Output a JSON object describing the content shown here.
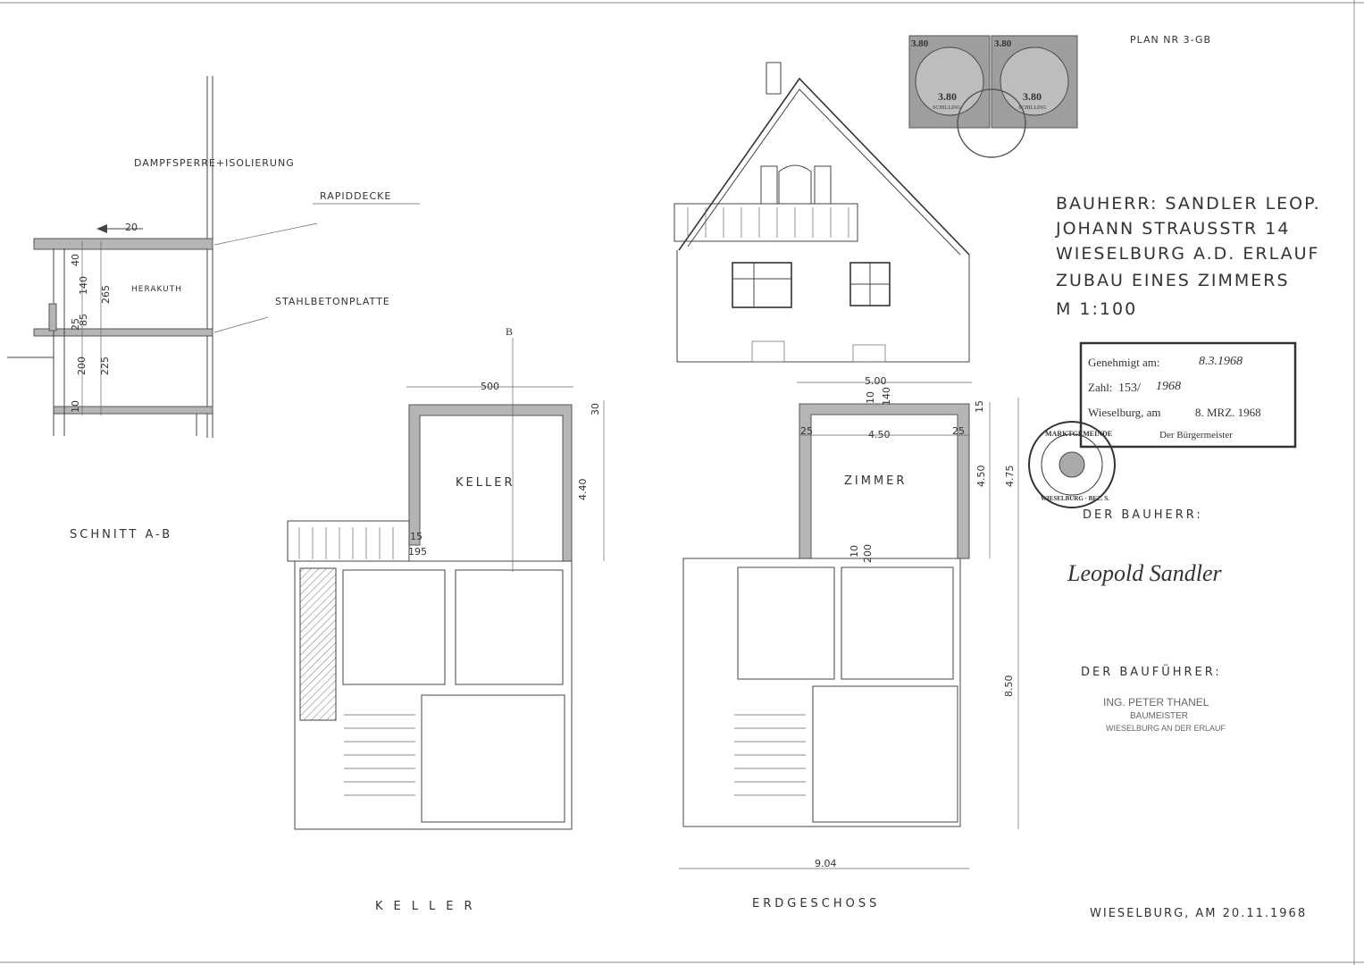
{
  "plan_number": "PLAN NR 3-GB",
  "header": {
    "bauherr_line": "BAUHERR: SANDLER LEOP.",
    "address_line": "JOHANN STRAUSSTR 14",
    "town_line": "WIESELBURG A.D. ERLAUF",
    "project_line": "ZUBAU EINES ZIMMERS",
    "scale_line": "M 1:100"
  },
  "section": {
    "label_vapour": "DAMPFSPERRE+ISOLIERUNG",
    "label_rapid": "RAPIDDECKE",
    "label_slab": "STAHLBETONPLATTE",
    "label_room": "HERAKUTH",
    "title": "SCHNITT A-B",
    "dims": [
      "20",
      "40",
      "265",
      "140",
      "25",
      "85",
      "200",
      "225",
      "10"
    ]
  },
  "keller": {
    "room": "KELLER",
    "title": "KELLER",
    "dims": [
      "500",
      "30",
      "4.40",
      "15",
      "195"
    ],
    "section_mark": "B"
  },
  "erdgeschoss": {
    "room": "ZIMMER",
    "title": "ERDGESCHOSS",
    "dims": [
      "5.00",
      "10",
      "140",
      "25",
      "4.50",
      "25",
      "15",
      "4.50",
      "4.75",
      "10",
      "200",
      "8.50",
      "9.04"
    ]
  },
  "stamp": {
    "received_label": "Genehmigt am:",
    "received_value": "8.3.1968",
    "number_label": "Zahl:",
    "number_value": "153/",
    "number_year": "1968",
    "date_label": "Wieselburg, am",
    "date_value": "8. MRZ. 1968",
    "mayor": "Der Bürgermeister"
  },
  "seal": {
    "outer_text": "MARKTGEMEINDE",
    "inner_text": "WIESELBURG · BEZ. S."
  },
  "revenue_stamps": {
    "value": "3.80",
    "unit": "SCHILLING"
  },
  "signatures": {
    "owner_label": "DER BAUHERR:",
    "owner_signature": "Leopold Sandler",
    "builder_label": "DER BAUFÜHRER:",
    "builder_name": "ING. PETER THANEL",
    "builder_title": "BAUMEISTER",
    "builder_town": "WIESELBURG AN DER ERLAUF"
  },
  "footer": {
    "place_date": "WIESELBURG, AM 20.11.1968"
  }
}
